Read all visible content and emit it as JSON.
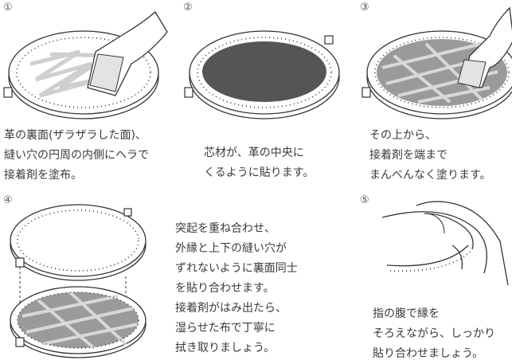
{
  "steps": [
    {
      "num": "①",
      "lines": [
        "革の裏面(ザラザラした面)、",
        "縫い穴の円周の内側にヘラで",
        "接着剤を塗布。"
      ]
    },
    {
      "num": "②",
      "lines": [
        "芯材が、革の中央に",
        "くるように貼ります。"
      ]
    },
    {
      "num": "③",
      "lines": [
        "その上から、",
        "接着剤を端まで",
        "まんべんなく塗ります。"
      ]
    },
    {
      "num": "④",
      "lines": [
        "突起を重ね合わせ、",
        "外縁と上下の縫い穴が",
        "ずれないように裏面同士",
        "を貼り合わせます。",
        "接着剤がはみ出たら、",
        "湿らせた布で丁寧に",
        "拭き取りましょう。"
      ]
    },
    {
      "num": "⑤",
      "lines": [
        "指の腹で縁を",
        "そろえながら、しっかり",
        "貼り合わせましょう。"
      ]
    }
  ],
  "colors": {
    "core": "#555555",
    "glue": "#cfcfcf",
    "line": "#333333"
  },
  "icons": [
    "leather-oval-icon",
    "core-material-icon",
    "glued-oval-icon",
    "stacked-ovals-icon",
    "fingers-pressing-icon",
    "hand-spatula-icon"
  ]
}
